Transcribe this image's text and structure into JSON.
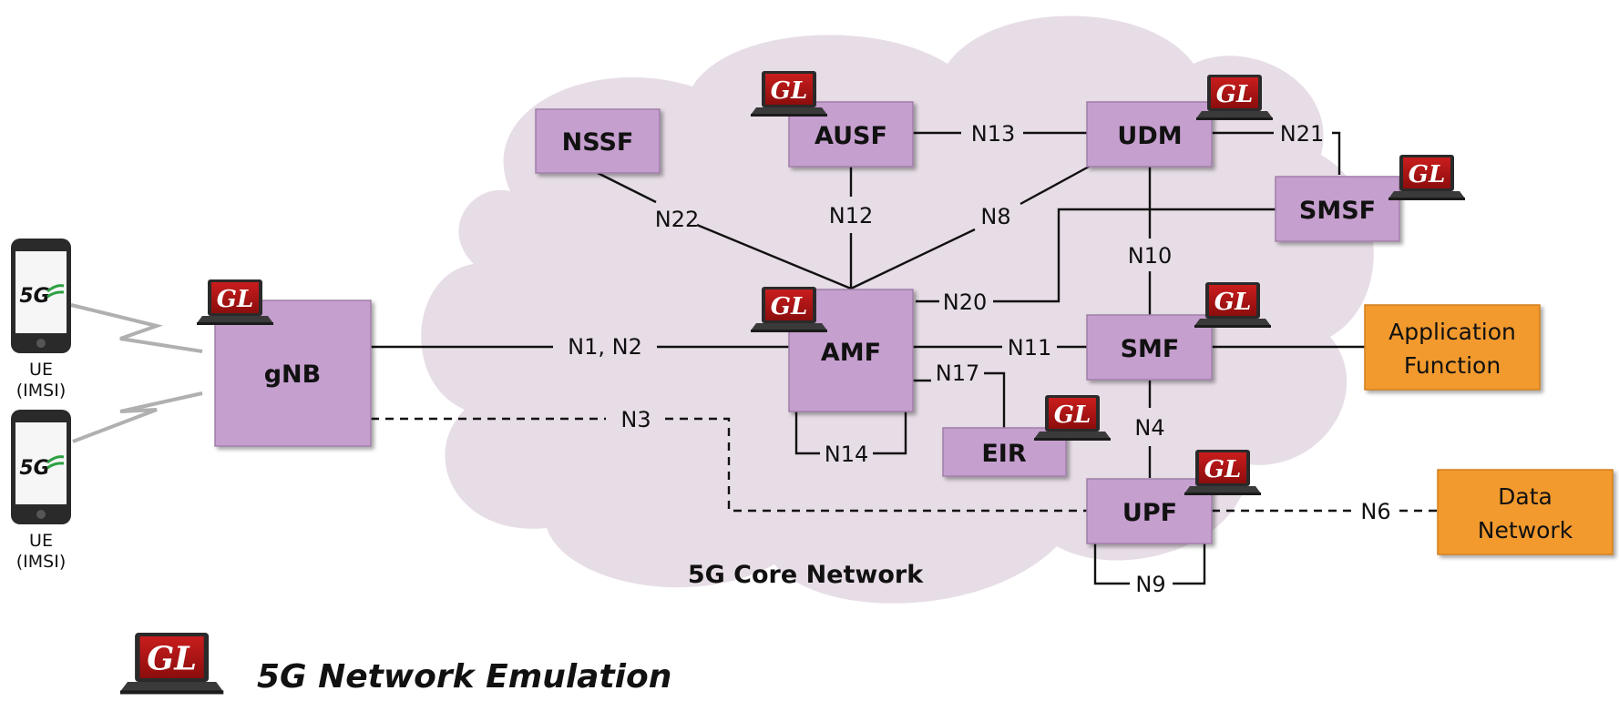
{
  "core_network": {
    "label": "5G Core Network",
    "cloud_color": "#e7dde6"
  },
  "colors": {
    "node_fill": "#c59fce",
    "external_fill": "#f29a2e",
    "badge_red": "#b01515"
  },
  "badge_text": "GL",
  "nodes": {
    "gnb": "gNB",
    "nssf": "NSSF",
    "ausf": "AUSF",
    "udm": "UDM",
    "smsf": "SMSF",
    "amf": "AMF",
    "smf": "SMF",
    "eir": "EIR",
    "upf": "UPF"
  },
  "external": {
    "application_function": [
      "Application",
      "Function"
    ],
    "data_network": [
      "Data",
      "Network"
    ]
  },
  "ue": {
    "phone_logo": "5G",
    "label_line1": "UE",
    "label_line2": "(IMSI)"
  },
  "interfaces": {
    "n1n2": "N1, N2",
    "n3": "N3",
    "n4": "N4",
    "n6": "N6",
    "n8": "N8",
    "n9": "N9",
    "n10": "N10",
    "n11": "N11",
    "n12": "N12",
    "n13": "N13",
    "n14": "N14",
    "n17": "N17",
    "n20": "N20",
    "n21": "N21",
    "n22": "N22"
  },
  "legend": {
    "label": "5G Network Emulation",
    "icon": "gl-laptop-icon"
  }
}
